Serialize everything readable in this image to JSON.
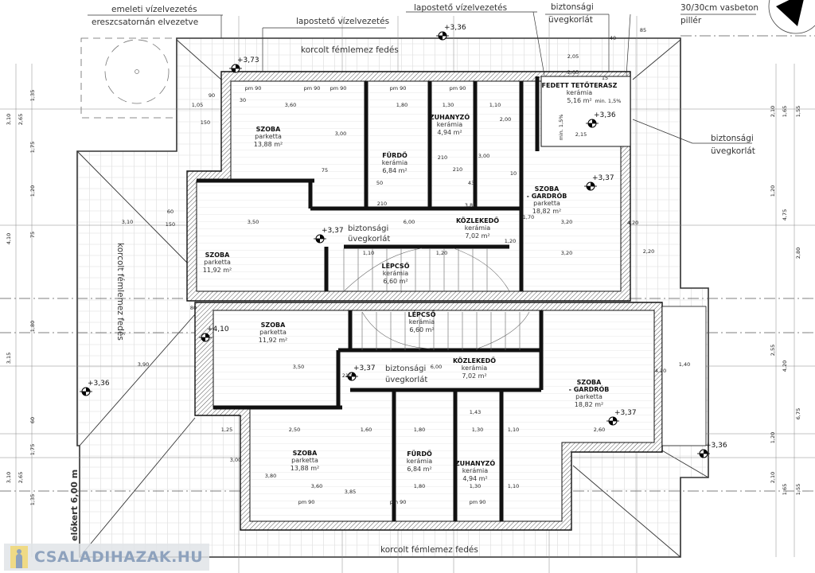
{
  "colors": {
    "line": "#222222",
    "wall_hatch": "#555555",
    "roof_line": "#bbbbbb",
    "watermark": "#8ea2bd",
    "watermark_accent": "#f3d45a"
  },
  "notes": {
    "emeleti": "emeleti vízelvezetés",
    "ereszcsatorna": "ereszcsatornán elvezetve",
    "lapostető_1": "lapostető vízelvezetés",
    "lapostető_2": "lapostető vízelvezetés",
    "korlat_top_1": "biztonsági",
    "korlat_top_2": "üvegkorlát",
    "piller_1": "30/30cm vasbeton",
    "piller_2": "pillér",
    "korlat_right_1": "biztonsági",
    "korlat_right_2": "üvegkorlát",
    "roof_top": "korcolt fémlemez fedés",
    "roof_left": "korcolt fémlemez fedés",
    "roof_bottom": "korcolt fémlemez fedés",
    "front_yard": "előkert 6,00 m",
    "slope_1": "min. 1,5%",
    "slope_2": "min. 1,5%"
  },
  "upper_unit": {
    "rooms": [
      {
        "name": "SZOBA",
        "floor": "parketta",
        "area": "13,88 m²"
      },
      {
        "name": "FÜRDŐ",
        "floor": "kerámia",
        "area": "6,84 m²"
      },
      {
        "name": "ZUHANYZÓ",
        "floor": "kerámia",
        "area": "4,94 m²"
      },
      {
        "name": "FEDETT TETŐTERASZ",
        "floor": "kerámia",
        "area": "5,16 m²"
      },
      {
        "name": "SZOBA - GARDRÓB",
        "floor": "parketta",
        "area": "18,82 m²"
      },
      {
        "name": "SZOBA",
        "floor": "parketta",
        "area": "11,92 m²"
      },
      {
        "name": "KÖZLEKEDŐ",
        "floor": "kerámia",
        "area": "7,02 m²"
      },
      {
        "name": "LÉPCSŐ",
        "floor": "kerámia",
        "area": "6,60 m²"
      }
    ],
    "railing_1": "biztonsági",
    "railing_2": "üvegkorlát"
  },
  "lower_unit": {
    "rooms": [
      {
        "name": "LÉPCSŐ",
        "floor": "kerámia",
        "area": "6,60 m²"
      },
      {
        "name": "SZOBA",
        "floor": "parketta",
        "area": "11,92 m²"
      },
      {
        "name": "KÖZLEKEDŐ",
        "floor": "kerámia",
        "area": "7,02 m²"
      },
      {
        "name": "SZOBA - GARDRÓB",
        "floor": "parketta",
        "area": "18,82 m²"
      },
      {
        "name": "SZOBA",
        "floor": "parketta",
        "area": "13,88 m²"
      },
      {
        "name": "FÜRDŐ",
        "floor": "kerámia",
        "area": "6,84 m²"
      },
      {
        "name": "ZUHANYZÓ",
        "floor": "kerámia",
        "area": "4,94 m²"
      }
    ],
    "railing_1": "biztonsági",
    "railing_2": "üvegkorlát"
  },
  "elevations": [
    "+3,36",
    "+3,73",
    "+3,36",
    "+3,37",
    "+3,37",
    "+4,10",
    "+3,37",
    "+3,37",
    "+3,36",
    "+3,36"
  ],
  "dimensions": {
    "upper": [
      "3,60",
      "1,80",
      "1,30",
      "1,10",
      "2,05",
      "2,05",
      "2,15",
      "3,50",
      "6,00",
      "3,20",
      "3,20",
      "3,10",
      "3,00",
      "3,00",
      "3,80",
      "1,05",
      "2,00",
      "1,70",
      "1,20",
      "1,10",
      "4,20",
      "1,20",
      "2,20"
    ],
    "lower": [
      "3,90",
      "3,50",
      "6,00",
      "2,50",
      "1,60",
      "1,80",
      "1,30",
      "1,10",
      "3,60",
      "1,80",
      "1,30",
      "1,10",
      "3,85",
      "1,25",
      "2,60",
      "1,40",
      "3,80",
      "3,00",
      "1,43",
      "4,20"
    ],
    "left_chain": [
      "3,10",
      "2,65",
      "1,35",
      "1,75",
      "4,10",
      "1,20",
      "75",
      "3,15",
      "1,80",
      "60",
      "3,10",
      "2,65",
      "1,75",
      "1,35"
    ],
    "right_chain": [
      "2,10",
      "1,65",
      "1,55",
      "4,75",
      "1,20",
      "2,80",
      "2,55",
      "4,20",
      "6,75",
      "1,20",
      "2,10",
      "1,65",
      "1,55"
    ],
    "misc": [
      "pm 90",
      "pm 90",
      "pm 90",
      "pm 90",
      "pm 90",
      "pm 90",
      "pm 90",
      "pm 90",
      "90",
      "150",
      "60",
      "150",
      "210",
      "210",
      "210",
      "210",
      "75",
      "50",
      "43",
      "10",
      "30",
      "15",
      "40",
      "85",
      "80"
    ]
  },
  "watermark": {
    "text": "CSALADIHAZAK.HU"
  }
}
